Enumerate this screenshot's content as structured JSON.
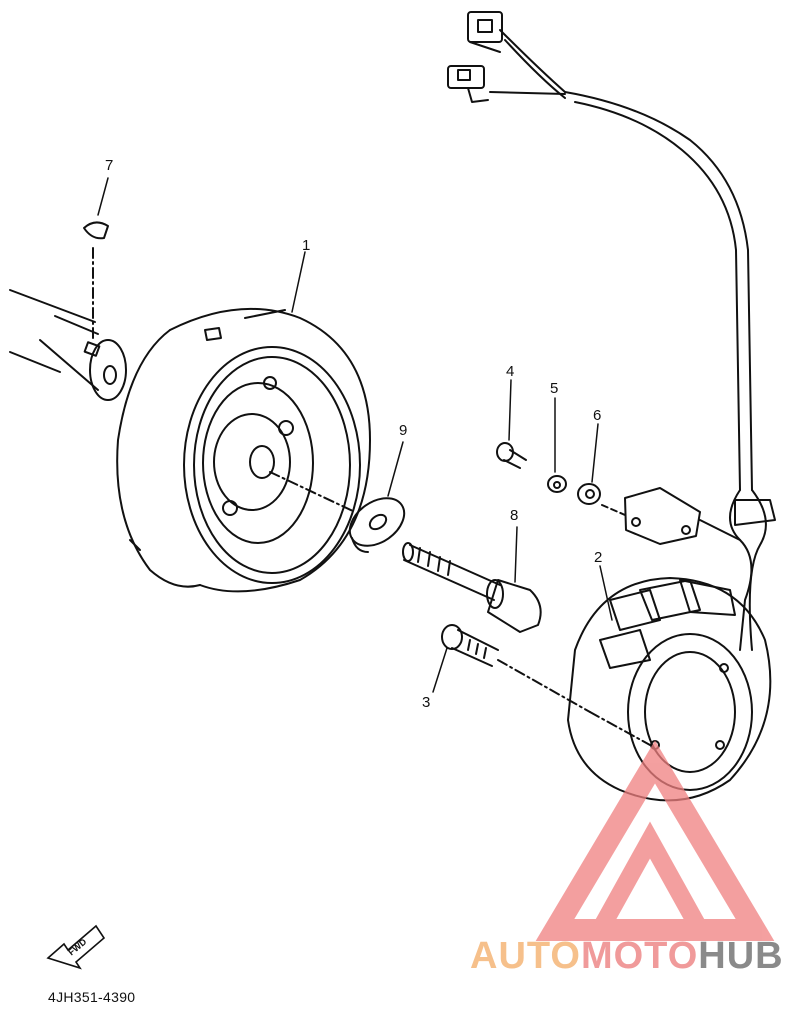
{
  "callouts": {
    "c1": "1",
    "c2": "2",
    "c3": "3",
    "c4": "4",
    "c5": "5",
    "c6": "6",
    "c7": "7",
    "c8": "8",
    "c9": "9"
  },
  "fwd_label": "FWD",
  "figure_code": "4JH351-4390",
  "watermark": {
    "part1": "AUTO",
    "part2": "MOTO",
    "part3": "HUB",
    "colors": {
      "triangle": "#f08080",
      "auto": "#f6c08b",
      "moto": "#f09a9a",
      "hub": "#8a8a8a"
    }
  }
}
